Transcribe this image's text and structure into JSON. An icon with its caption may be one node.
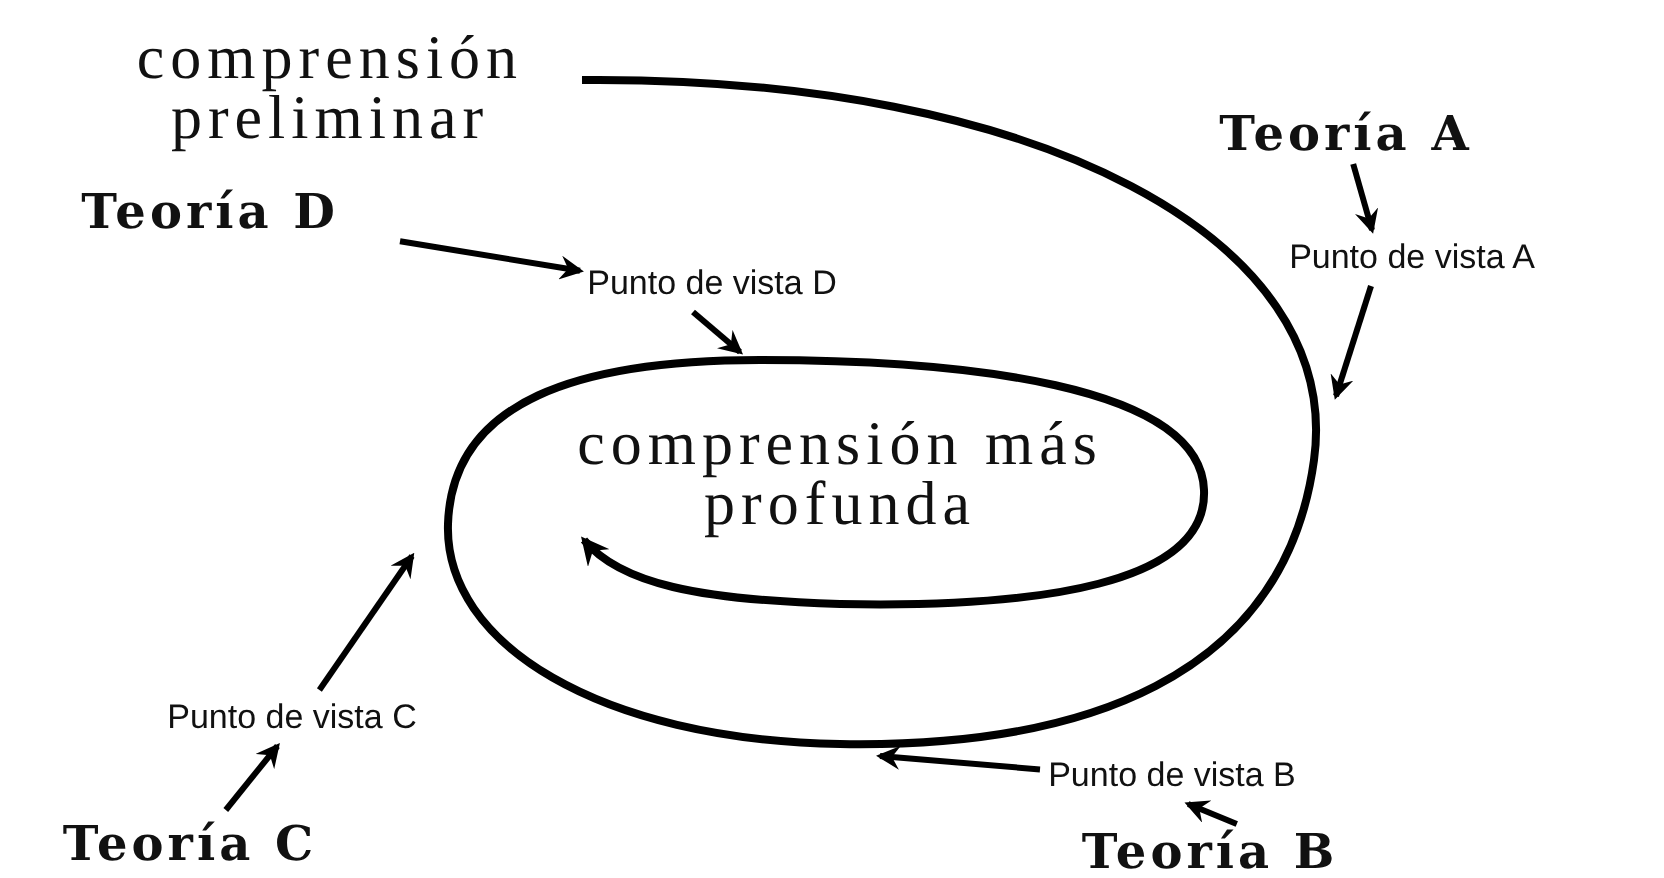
{
  "diagram": {
    "nodes": [
      {
        "text": [
          "comprensión preliminar"
        ]
      },
      {
        "text": [
          "Teoría A"
        ]
      },
      {
        "text": [
          "Punto de vista A"
        ]
      },
      {
        "text": [
          "Teoría B"
        ]
      },
      {
        "text": [
          "Punto de vista B"
        ]
      },
      {
        "text": [
          "Teoría C"
        ]
      },
      {
        "text": [
          "Punto de vista C"
        ]
      },
      {
        "text": [
          "Teoría D"
        ]
      },
      {
        "text": [
          "Punto de vista D"
        ]
      },
      {
        "text": [
          "comprensión más profunda"
        ]
      }
    ],
    "edges": [
      {
        "from": 0,
        "to": 9,
        "arrow": "to"
      },
      {
        "from": 1,
        "to": 2,
        "arrow": "to"
      },
      {
        "from": 2,
        "to": null,
        "arrow": "to"
      },
      {
        "from": 3,
        "to": 4,
        "arrow": "to"
      },
      {
        "from": 4,
        "to": null,
        "arrow": "to"
      },
      {
        "from": 5,
        "to": 6,
        "arrow": "to"
      },
      {
        "from": 6,
        "to": null,
        "arrow": "to"
      },
      {
        "from": 7,
        "to": 8,
        "arrow": "to"
      },
      {
        "from": 8,
        "to": null,
        "arrow": "to"
      }
    ]
  }
}
